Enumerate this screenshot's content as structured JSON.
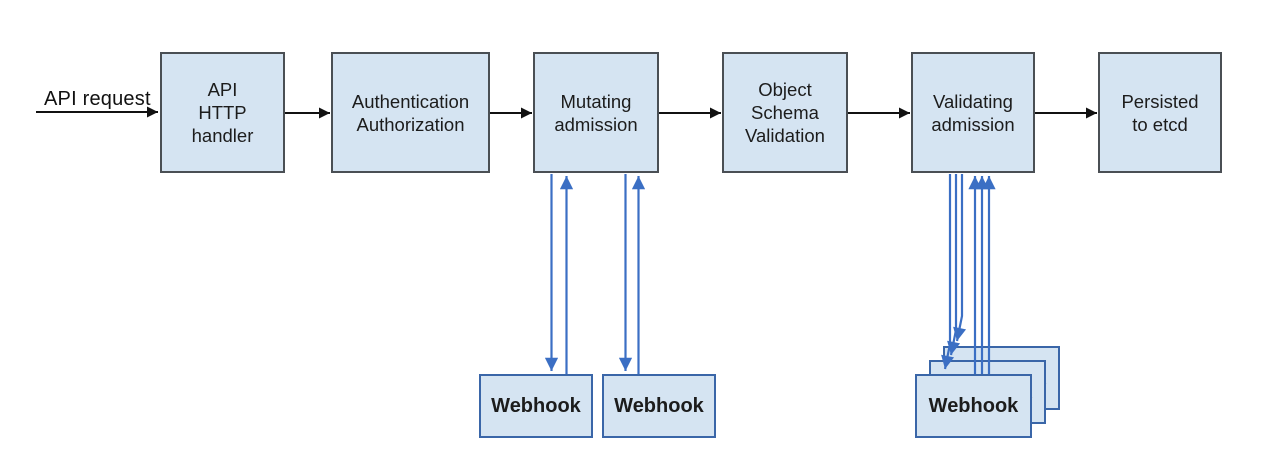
{
  "colors": {
    "box_fill": "#d5e4f2",
    "box_border": "#4a4f54",
    "webhook_border": "#3a66a8",
    "arrow_blue": "#3b6fc4",
    "arrow_black": "#111111"
  },
  "input": {
    "label": "API request"
  },
  "pipeline": [
    {
      "id": "api-http-handler",
      "label": "API\nHTTP\nhandler"
    },
    {
      "id": "authentication-authorization",
      "label": "Authentication\nAuthorization"
    },
    {
      "id": "mutating-admission",
      "label": "Mutating\nadmission"
    },
    {
      "id": "object-schema-validation",
      "label": "Object\nSchema\nValidation"
    },
    {
      "id": "validating-admission",
      "label": "Validating\nadmission"
    },
    {
      "id": "persisted-to-etcd",
      "label": "Persisted\nto etcd"
    }
  ],
  "webhook": {
    "label": "Webhook"
  }
}
